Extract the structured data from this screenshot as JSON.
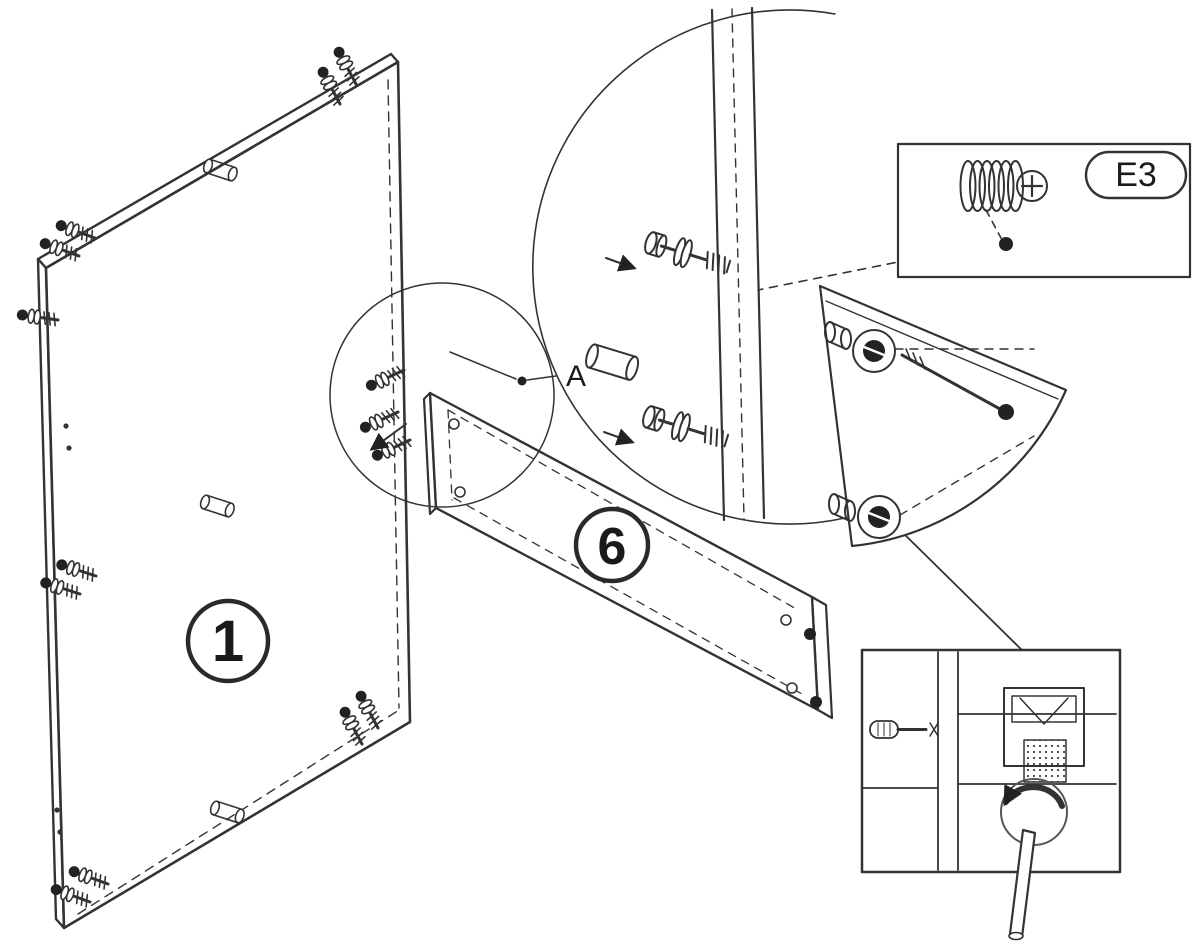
{
  "diagram": {
    "labels": {
      "panel": "1",
      "rail": "6",
      "hardware_code": "E3",
      "detail_view": "A"
    },
    "colors": {
      "line": "#333333",
      "background": "#ffffff",
      "fill_dark": "#222222"
    }
  }
}
